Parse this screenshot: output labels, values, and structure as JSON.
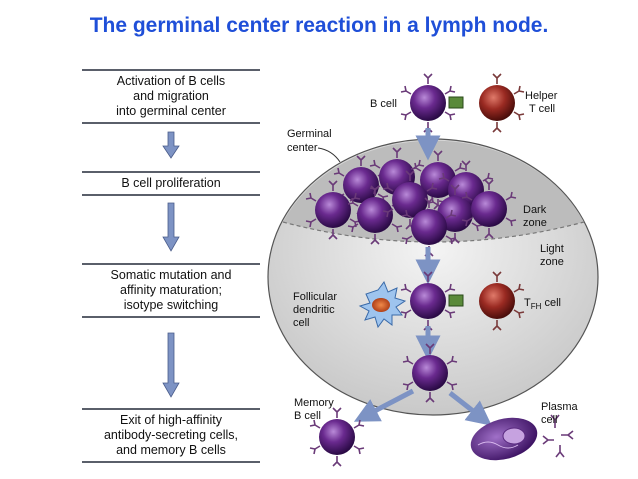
{
  "title": "The germinal center reaction in a lymph node.",
  "steps": [
    {
      "lines": [
        "Activation of B cells",
        "and migration",
        "into germinal center"
      ]
    },
    {
      "lines": [
        "B cell proliferation"
      ]
    },
    {
      "lines": [
        "Somatic mutation and",
        "affinity maturation;",
        "isotype switching"
      ]
    },
    {
      "lines": [
        "Exit of high-affinity",
        "antibody-secreting cells,",
        "and memory B cells"
      ]
    }
  ],
  "labels": {
    "b_cell": "B cell",
    "helper_1": "Helper",
    "helper_2": "T cell",
    "germinal_1": "Germinal",
    "germinal_2": "center",
    "dark_1": "Dark",
    "dark_2": "zone",
    "light_1": "Light",
    "light_2": "zone",
    "follicular_1": "Follicular",
    "follicular_2": "dendritic",
    "follicular_3": "cell",
    "tfh_main": "T",
    "tfh_sub": "FH",
    "tfh_cell": " cell",
    "memory_1": "Memory",
    "memory_2": "B cell",
    "plasma_1": "Plasma",
    "plasma_2": "cell"
  },
  "colors": {
    "title": "#1f4fd8",
    "b_cell": "#6a2a8f",
    "helper": "#9a2a22",
    "arrow": "#7d93c4",
    "germinal_center": "#dcdcdc"
  }
}
